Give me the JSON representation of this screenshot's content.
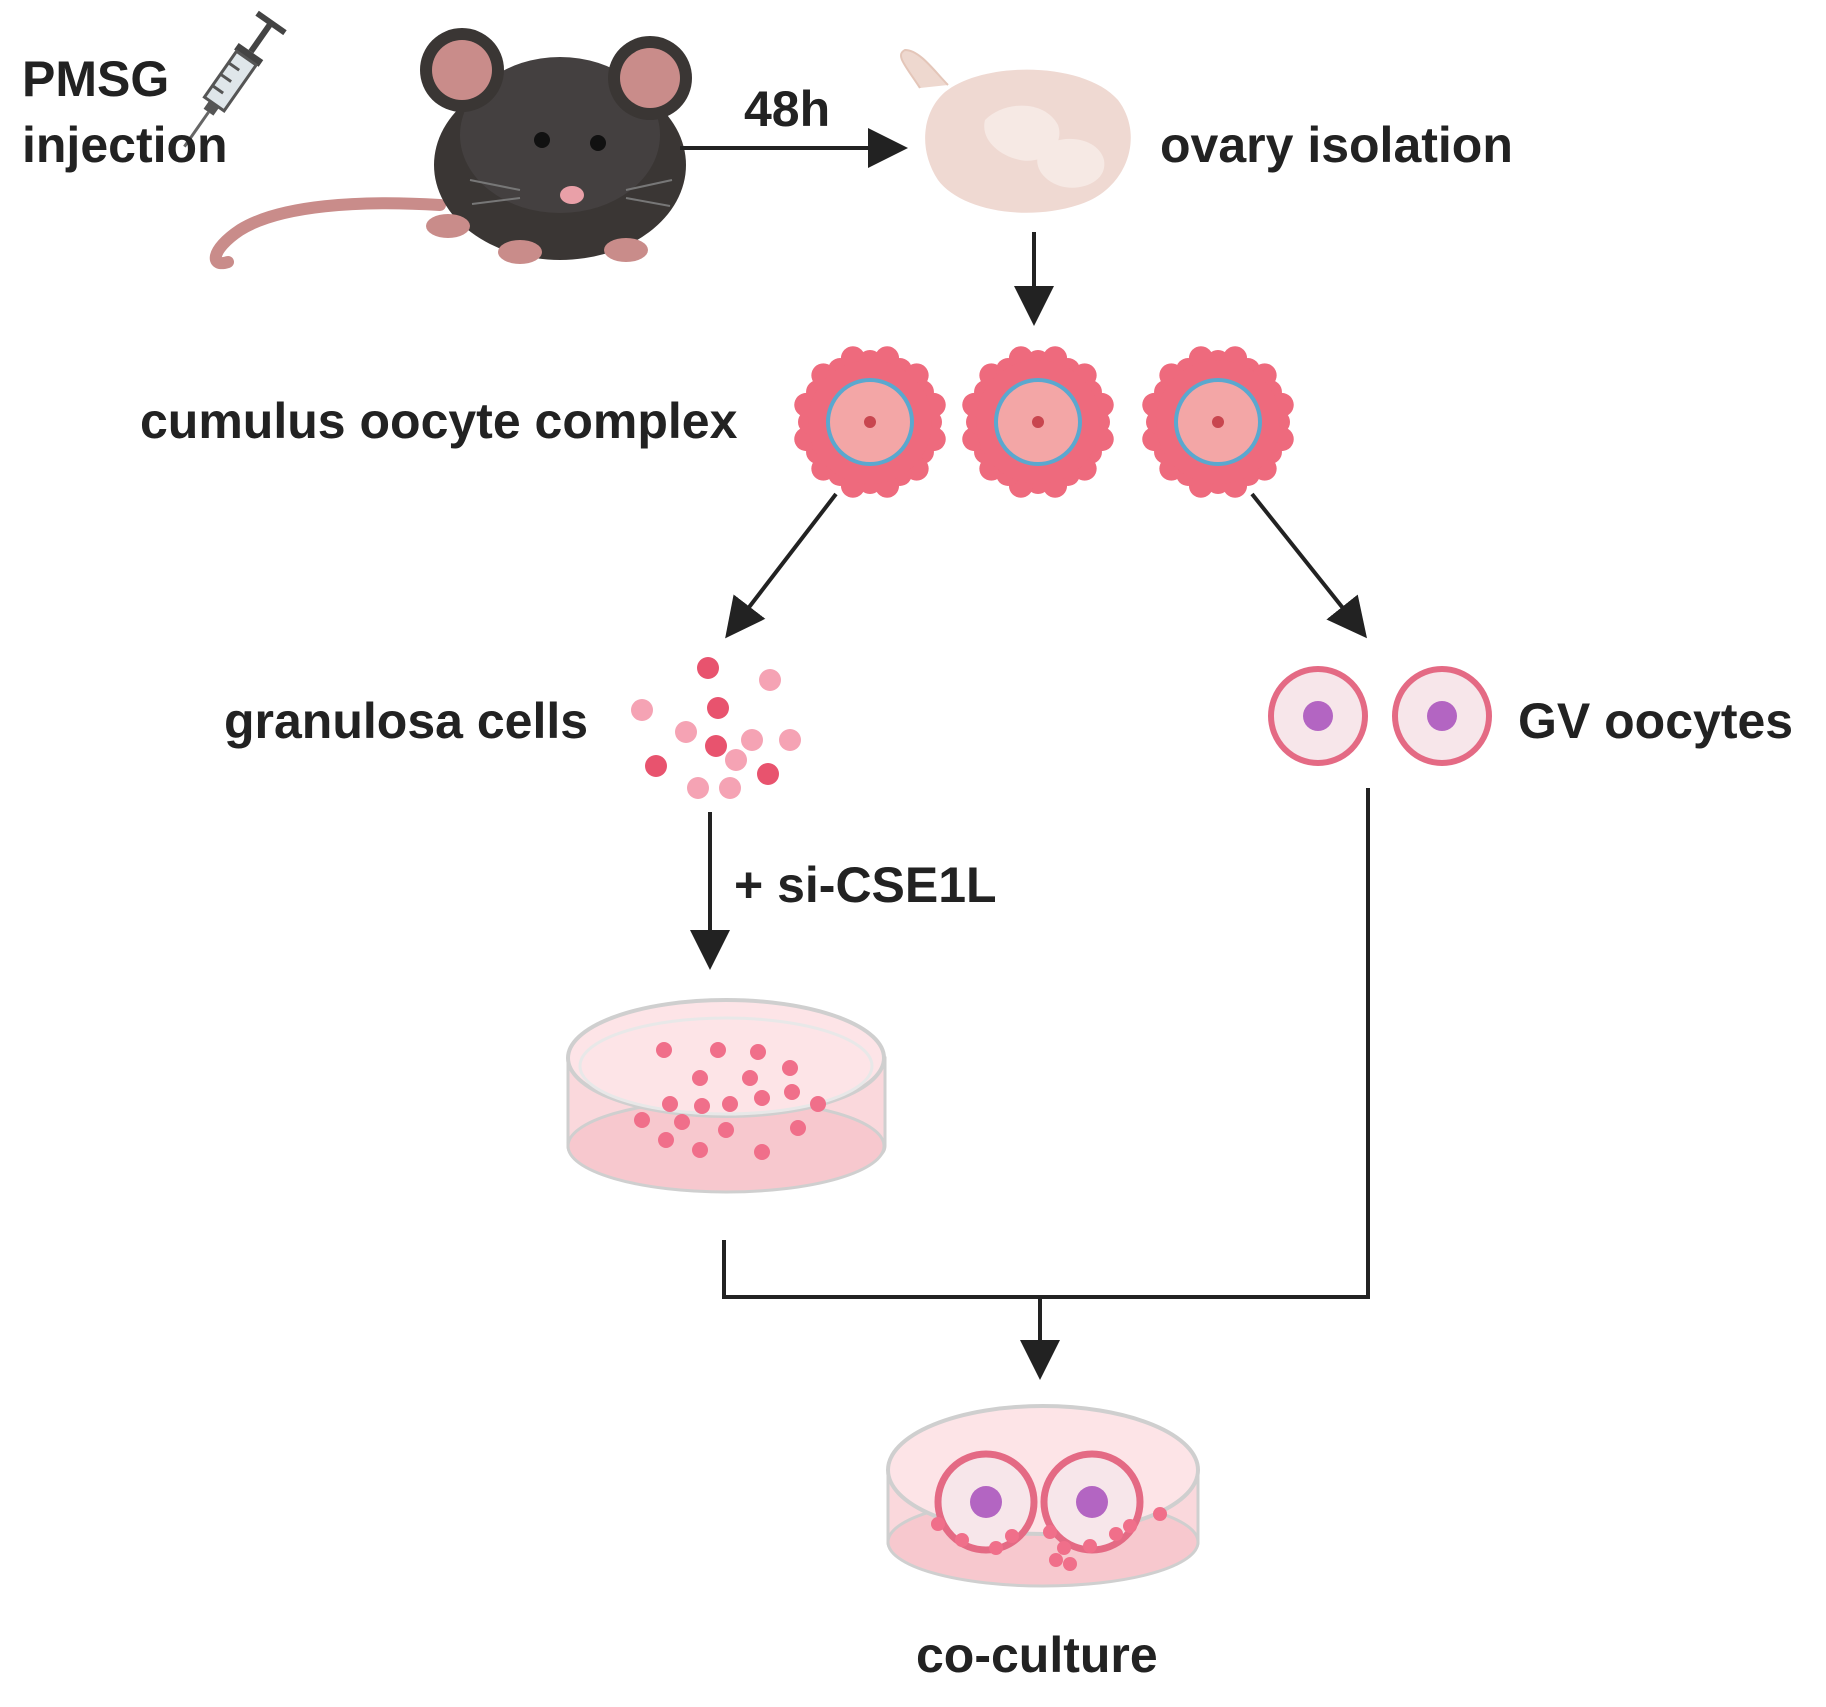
{
  "title": "",
  "labels": {
    "pmsg_line1": "PMSG",
    "pmsg_line2": "injection",
    "time": "48h",
    "ovary": "ovary isolation",
    "coc": "cumulus oocyte complex",
    "granulosa": "granulosa cells",
    "treatment": "+ si-CSE1L",
    "gv": "GV oocytes",
    "coculture": "co-culture"
  },
  "icons": {
    "syringe": "syringe-icon",
    "mouse": "mouse-icon",
    "ovary": "ovary-icon",
    "coc": "cumulus-oocyte-complex-icon",
    "granulosa": "granulosa-cells-icon",
    "gv": "gv-oocyte-icon",
    "dish": "petri-dish-icon",
    "coculture_dish": "coculture-dish-icon"
  },
  "colors": {
    "arrow": "#222222",
    "mouse_body": "#3a3634",
    "mouse_pink": "#c98c8a",
    "ovary": "#efd9d2",
    "cumulus": "#ee6a7d",
    "oocyte_ring": "#5aa8cf",
    "oocyte_fill": "#f3a6a6",
    "gv_ring": "#e46a84",
    "gv_fill": "#f7e6ea",
    "gv_nucleus": "#b365c2",
    "granulosa": "#f06f8a",
    "dish_medium": "#fad8dc",
    "dish_rim": "#cfcfcf"
  }
}
